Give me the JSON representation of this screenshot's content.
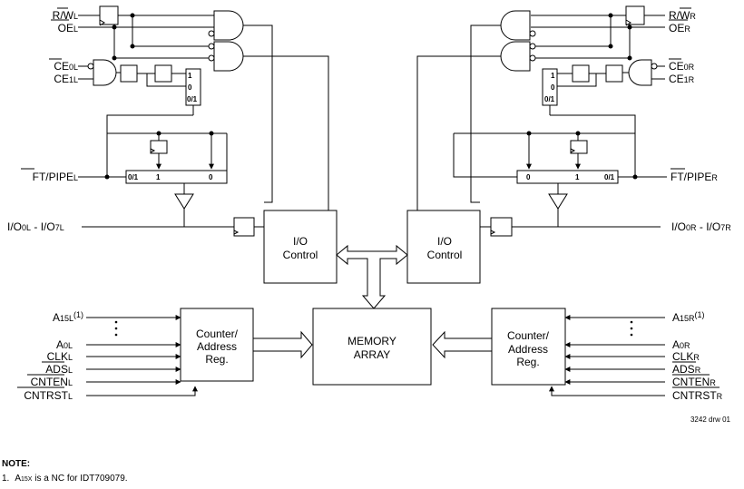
{
  "left_signals": {
    "rw": "R/W",
    "rw_sub": "L",
    "oe": "OE",
    "oe_sub": "L",
    "ce0": "CE",
    "ce0_sub": "0L",
    "ce1": "CE",
    "ce1_sub": "1L",
    "ftpipe": "FT/PIPE",
    "ftpipe_sub": "L",
    "io_a": "I/O",
    "io_a_sub": "0L",
    "io_sep": " - I/O",
    "io_b_sub": "7L",
    "a15": "A",
    "a15_sub": "15L",
    "a15_note": "(1)",
    "a0": "A",
    "a0_sub": "0L",
    "clk": "CLK",
    "clk_sub": "L",
    "ads": "ADS",
    "ads_sub": "L",
    "cnten": "CNTEN",
    "cnten_sub": "L",
    "cntrst": "CNTRST",
    "cntrst_sub": "L"
  },
  "right_signals": {
    "rw": "R/W",
    "rw_sub": "R",
    "oe": "OE",
    "oe_sub": "R",
    "ce0": "CE",
    "ce0_sub": "0R",
    "ce1": "CE",
    "ce1_sub": "1R",
    "ftpipe": "FT/PIPE",
    "ftpipe_sub": "R",
    "io_a": "I/O",
    "io_a_sub": "0R",
    "io_sep": " - I/O",
    "io_b_sub": "7R",
    "a15": "A",
    "a15_sub": "15R",
    "a15_note": "(1)",
    "a0": "A",
    "a0_sub": "0R",
    "clk": "CLK",
    "clk_sub": "R",
    "ads": "ADS",
    "ads_sub": "R",
    "cnten": "CNTEN",
    "cnten_sub": "R",
    "cntrst": "CNTRST",
    "cntrst_sub": "R"
  },
  "blocks": {
    "io_control_l1": "I/O",
    "io_control_l2": "Control",
    "io_control_r1": "I/O",
    "io_control_r2": "Control",
    "memory_1": "MEMORY",
    "memory_2": "ARRAY",
    "counter_l1": "Counter/",
    "counter_l2": "Address",
    "counter_l3": "Reg.",
    "counter_r1": "Counter/",
    "counter_r2": "Address",
    "counter_r3": "Reg."
  },
  "mux_labels": {
    "ce_mux_1": "1",
    "ce_mux_0": "0",
    "ce_mux_01": "0/1",
    "pipe_01": "0/1",
    "pipe_1": "1",
    "pipe_0": "0"
  },
  "drawing_id": "3242 drw 01",
  "note": {
    "heading": "NOTE:",
    "line_num": "1.",
    "line_a": "A",
    "line_a_sub": "15X",
    "line_text": " is a NC for IDT709079."
  }
}
